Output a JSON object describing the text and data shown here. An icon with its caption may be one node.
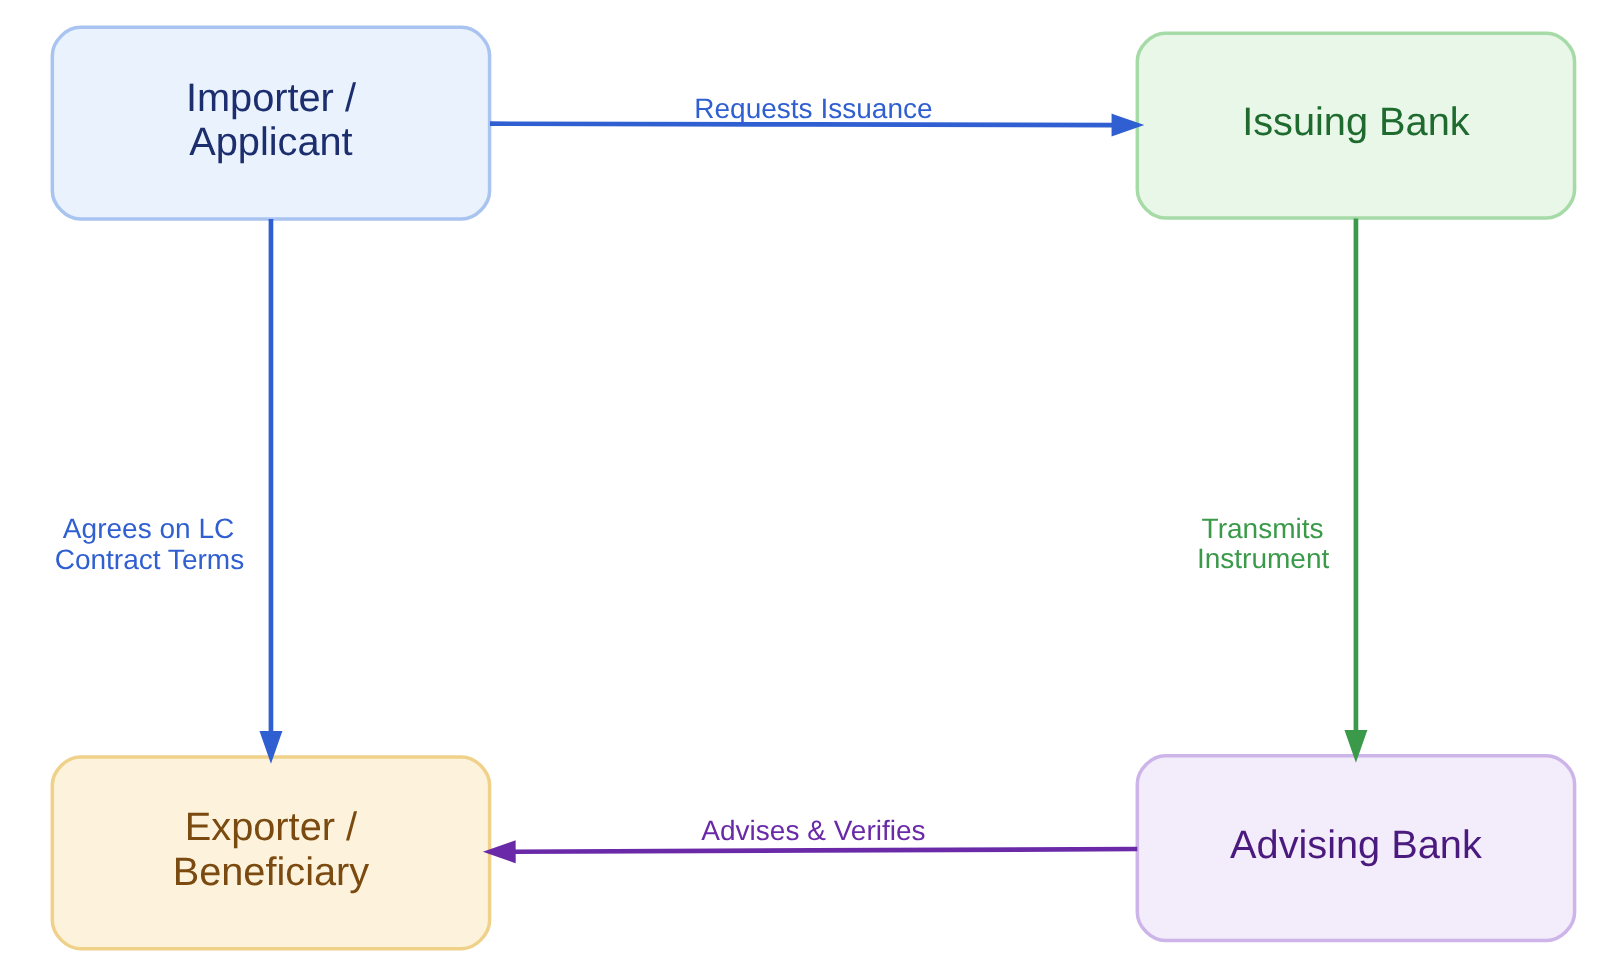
{
  "diagram": {
    "nodes": [
      {
        "text": [
          "Importer / Applicant"
        ]
      },
      {
        "text": [
          "Issuing Bank"
        ]
      },
      {
        "text": [
          "Exporter / Beneficiary"
        ]
      },
      {
        "text": [
          "Advising Bank"
        ]
      }
    ],
    "edges": [
      {
        "from": 0,
        "to": 1,
        "arrow": "to",
        "label": "Requests Issuance",
        "color": "#2f5fd0"
      },
      {
        "from": 0,
        "to": 2,
        "arrow": "to",
        "label": "Agrees on LC Contract Terms",
        "color": "#2f5fd0"
      },
      {
        "from": 1,
        "to": 3,
        "arrow": "to",
        "label": "Transmits Instrument",
        "color": "#3a9a4a"
      },
      {
        "from": 3,
        "to": 2,
        "arrow": "to",
        "label": "Advises & Verifies",
        "color": "#6a2aa8"
      }
    ]
  }
}
